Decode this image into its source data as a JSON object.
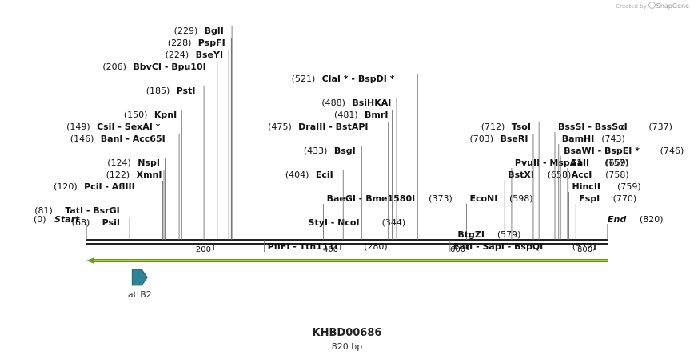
{
  "credit": {
    "prefix": "Created by",
    "brand": "SnapGene"
  },
  "title": "KHBD00686",
  "subtitle": "820 bp",
  "sequence_length": 820,
  "colors": {
    "feature_arrow": "#9cd32f",
    "feature_arrow_edge": "#6a9a1a",
    "attb_fill": "#2b8494",
    "line": "#555555"
  },
  "start_label": {
    "pos": "(0)",
    "name": "Start"
  },
  "end_label": {
    "name": "End",
    "pos": "(820)"
  },
  "ruler_ticks": [
    "200",
    "400",
    "600",
    "800"
  ],
  "features": [
    {
      "name": "attB2",
      "start": 72,
      "end": 96,
      "direction": "forward",
      "icon": "arrow-right-icon"
    }
  ],
  "enzymes": [
    {
      "name": "BglI",
      "pos": 229,
      "label": "(229)",
      "row": 0
    },
    {
      "name": "PspFI",
      "pos": 228,
      "label": "(228)",
      "row": 1
    },
    {
      "name": "BseYI",
      "pos": 224,
      "label": "(224)",
      "row": 2
    },
    {
      "name": "BbvCI - Bpu10I",
      "pos": 206,
      "label": "(206)",
      "row": 3
    },
    {
      "name": "PstI",
      "pos": 185,
      "label": "(185)",
      "row": 5
    },
    {
      "name": "KpnI",
      "pos": 150,
      "label": "(150)",
      "row": 7
    },
    {
      "name": "CsiI - SexAI *",
      "pos": 149,
      "label": "(149)",
      "row": 8
    },
    {
      "name": "BanI - Acc65I",
      "pos": 146,
      "label": "(146)",
      "row": 9
    },
    {
      "name": "NspI",
      "pos": 124,
      "label": "(124)",
      "row": 11
    },
    {
      "name": "XmnI",
      "pos": 122,
      "label": "(122)",
      "row": 12
    },
    {
      "name": "PciI - AflIII",
      "pos": 120,
      "label": "(120)",
      "row": 13
    },
    {
      "name": "TatI - BsrGI",
      "pos": 81,
      "label": "(81)",
      "row": 15
    },
    {
      "name": "PsiI",
      "pos": 68,
      "label": "(68)",
      "row": 16
    },
    {
      "name": "BaeGI - Bme1580I",
      "pos": 373,
      "label": "(373)",
      "row": 14,
      "side": "right"
    },
    {
      "name": "StyI - NcoI",
      "pos": 344,
      "label": "(344)",
      "row": 16,
      "side": "right"
    },
    {
      "name": "PflFI - Tth111I",
      "pos": 280,
      "label": "(280)",
      "row": 18,
      "side": "right"
    },
    {
      "name": "ClaI * - BspDI *",
      "pos": 521,
      "label": "(521)",
      "row": 4
    },
    {
      "name": "BsiHKAI",
      "pos": 488,
      "label": "(488)",
      "row": 6
    },
    {
      "name": "BmrI",
      "pos": 481,
      "label": "(481)",
      "row": 7
    },
    {
      "name": "DraIII - BstAPI",
      "pos": 475,
      "label": "(475)",
      "row": 8
    },
    {
      "name": "BsgI",
      "pos": 433,
      "label": "(433)",
      "row": 10
    },
    {
      "name": "EciI",
      "pos": 404,
      "label": "(404)",
      "row": 12
    },
    {
      "name": "PvuII - MspA1I",
      "pos": 669,
      "label": "(669)",
      "row": 11,
      "side": "right"
    },
    {
      "name": "BstXI",
      "pos": 658,
      "label": "(658)",
      "row": 12,
      "side": "right"
    },
    {
      "name": "EcoNI",
      "pos": 598,
      "label": "(598)",
      "row": 14,
      "side": "right"
    },
    {
      "name": "BtgZI",
      "pos": 579,
      "label": "(579)",
      "row": 17,
      "side": "right"
    },
    {
      "name": "EarI - SapI - BspQI",
      "pos": 572,
      "label": "(572)",
      "row": 18,
      "side": "right"
    },
    {
      "name": "TsoI",
      "pos": 712,
      "label": "(712)",
      "row": 8
    },
    {
      "name": "BseRI",
      "pos": 703,
      "label": "(703)",
      "row": 9
    },
    {
      "name": "BssSI - BssSαI",
      "pos": 737,
      "label": "(737)",
      "row": 8,
      "side": "right"
    },
    {
      "name": "BamHI",
      "pos": 743,
      "label": "(743)",
      "row": 9,
      "side": "right"
    },
    {
      "name": "BsaWI - BspEI *",
      "pos": 746,
      "label": "(746)",
      "row": 10,
      "side": "right"
    },
    {
      "name": "SalI",
      "pos": 757,
      "label": "(757)",
      "row": 11,
      "side": "right"
    },
    {
      "name": "AccI",
      "pos": 758,
      "label": "(758)",
      "row": 12,
      "side": "right"
    },
    {
      "name": "HincII",
      "pos": 759,
      "label": "(759)",
      "row": 13,
      "side": "right"
    },
    {
      "name": "FspI",
      "pos": 770,
      "label": "(770)",
      "row": 14,
      "side": "right"
    }
  ]
}
